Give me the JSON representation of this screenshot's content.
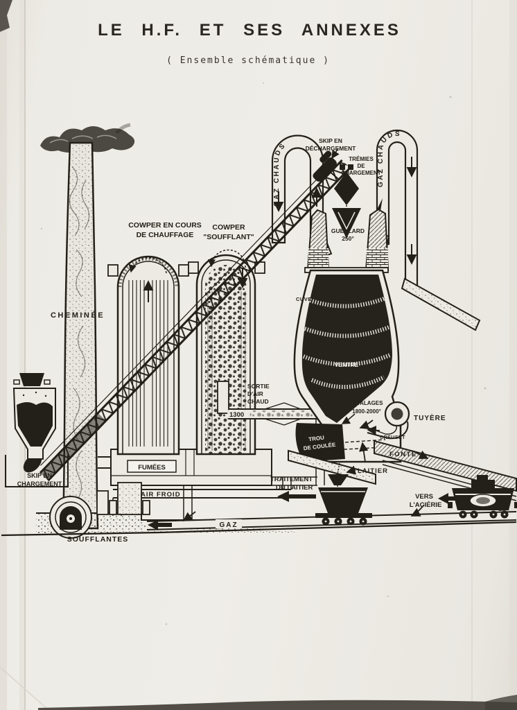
{
  "page": {
    "title": "LE H.F. ET SES ANNEXES",
    "subtitle": "( Ensemble schématique )"
  },
  "labels": {
    "chimney": "CHEMINÉE",
    "cowper_heating": [
      "COWPER EN COURS",
      "DE CHAUFFAGE"
    ],
    "cowper_blowing": [
      "COWPER",
      "\"SOUFFLANT\""
    ],
    "hot_gas_left": "GAZ CHAUDS",
    "hot_gas_right": "GAZ CHAUDS",
    "skip_unloading": [
      "SKIP EN",
      "DÉCHARGEMENT"
    ],
    "charging_hoppers": [
      "TRÉMIES",
      "DE",
      "CHARGEMENT"
    ],
    "gueulard": [
      "GUEULARD",
      "250°"
    ],
    "cuve": "CUVE",
    "ventre": "VENTRE",
    "etalages": [
      "ÉTALAGES",
      "1800-2000°"
    ],
    "tuyere": "TUYÈRE",
    "hot_air_outlet": [
      "SORTIE",
      "D'AIR",
      "CHAUD"
    ],
    "hot_air_temp": "1300",
    "taphole": [
      "TROU",
      "DE COULÉE"
    ],
    "creuset": "CREUSET",
    "fonte": "FONTE",
    "laitier": "LAITIER",
    "slag_treatment": [
      "TRAITEMENT",
      "DU LAITIER"
    ],
    "to_steelworks": [
      "VERS",
      "L'ACIÉRIE"
    ],
    "flue_gas": "FUMÉES",
    "cold_air": "AIR FROID",
    "gas_main": "GAZ",
    "skip_loading": [
      "SKIP EN",
      "CHARGEMENT"
    ],
    "blowers": "SOUFFLANTES"
  },
  "colors": {
    "ink": "#232019",
    "paper": "#edeae4"
  }
}
